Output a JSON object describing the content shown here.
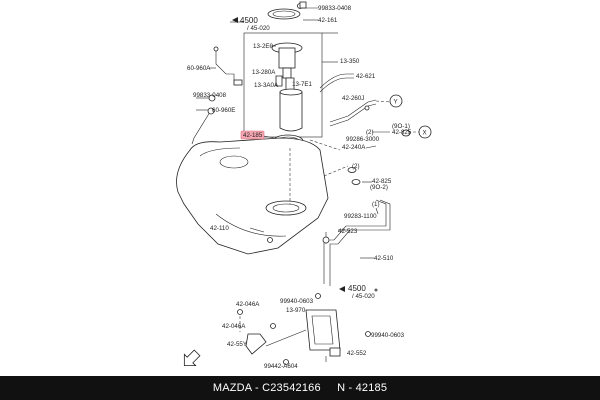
{
  "labels": {
    "l_99833_0408": "99833-0408",
    "l_4500_top": "4500",
    "l_45020_top": "/ 45-020",
    "l_42161": "42-161",
    "l_132e0": "13-2E0",
    "l_13350": "13-350",
    "l_60960a": "60-960A",
    "l_13280a": "13-280A",
    "l_42621": "42-621",
    "l_133a0a": "13-3A0A",
    "l_137e1": "13-7E1",
    "l_99833_0408b": "99833-0408",
    "l_60960e": "60-960E",
    "l_42260j": "42-260J",
    "l_Y": "Y",
    "l_42185": "42-185",
    "l_2a": "(2)",
    "l_99286": "99286-3000",
    "l_9o1": "(9O-1)",
    "l_42825a": "42-825",
    "l_X": "X",
    "l_42240a": "42-240A",
    "l_2b": "(2)",
    "l_42825b": "42-825",
    "l_9o2": "(9O-2)",
    "l_1": "(1)",
    "l_99283": "99283-1100",
    "l_42523": "42-523",
    "l_42110": "42-110",
    "l_42510": "42-510",
    "l_4500_mid": "4500",
    "l_45020_mid": "/ 45-020",
    "l_99940a": "99940-0603",
    "l_13970": "13-970",
    "l_42046a_top": "42-046A",
    "l_42046a": "42-046A",
    "l_99940b": "99940-0603",
    "l_4255y": "42-55Y",
    "l_42552": "42-552",
    "l_99442": "99442-A604"
  },
  "footer": {
    "text": "MAZDA - C23542166     N - 42185"
  },
  "colors": {
    "highlight": "#f4a6b2",
    "footer_bg": "#111111"
  }
}
